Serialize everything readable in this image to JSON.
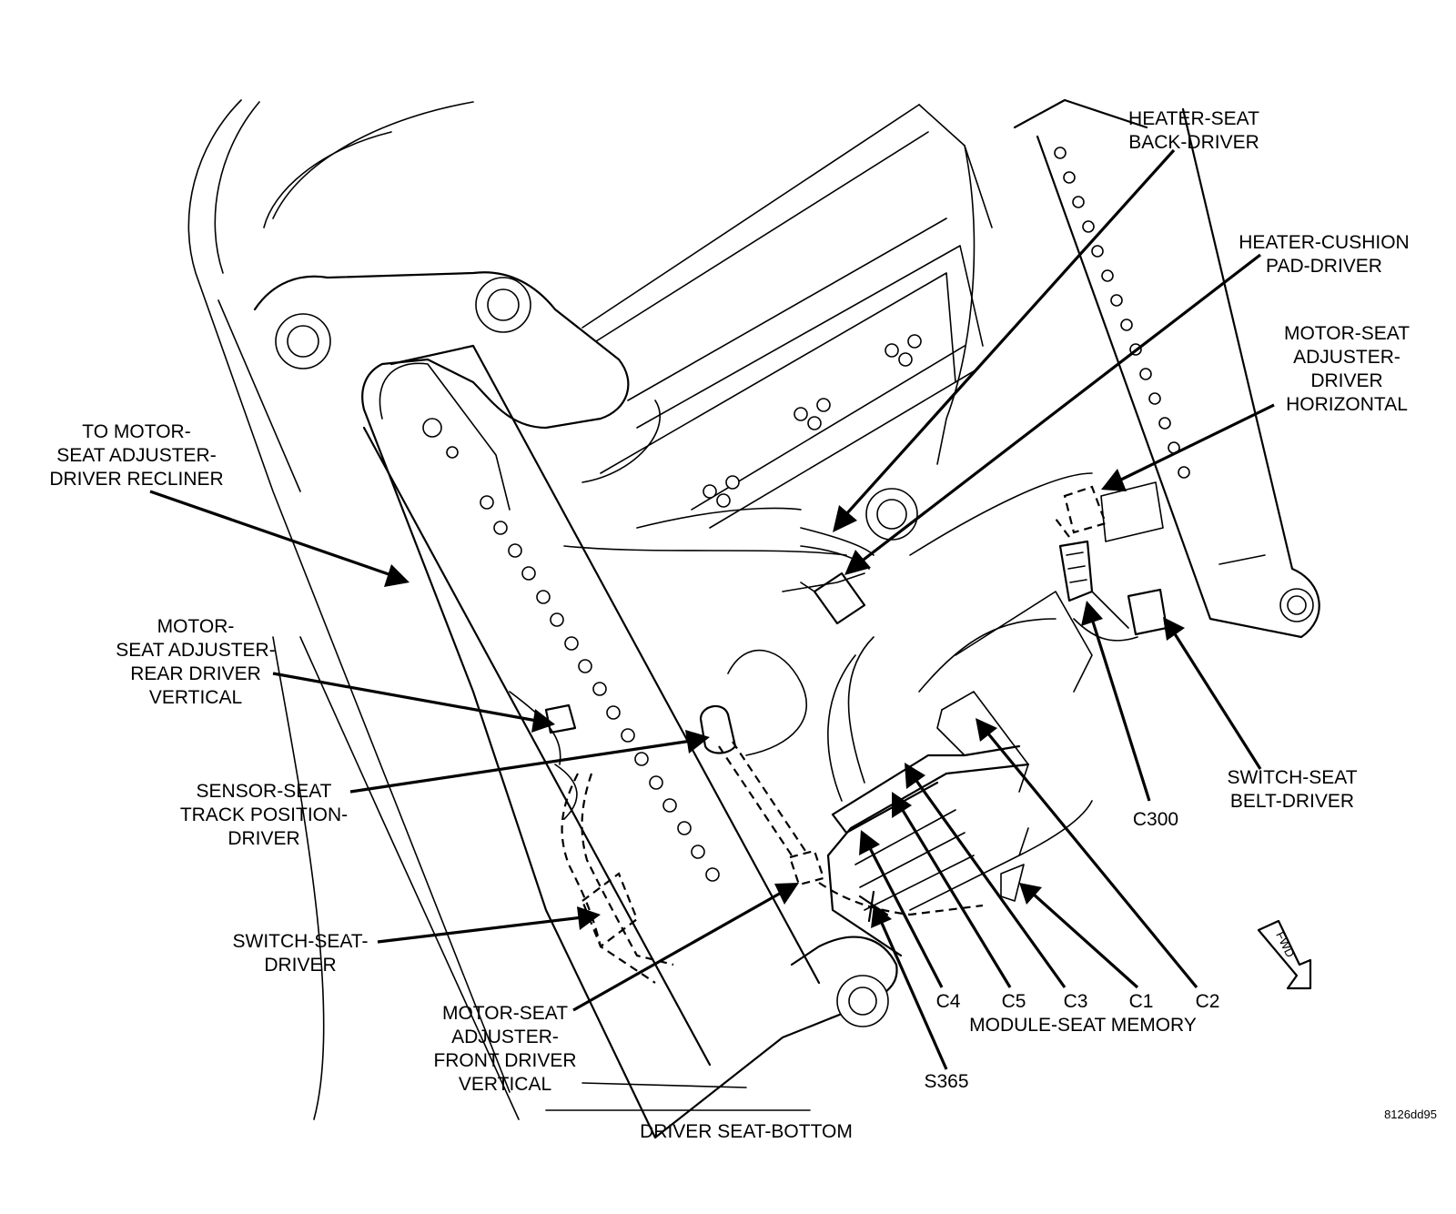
{
  "labels": {
    "heater_seat_back": "HEATER-SEAT\nBACK-DRIVER",
    "heater_cushion": "HEATER-CUSHION\nPAD-DRIVER",
    "motor_horizontal": "MOTOR-SEAT\nADJUSTER-\nDRIVER\nHORIZONTAL",
    "to_recliner": "TO MOTOR-\nSEAT ADJUSTER-\nDRIVER RECLINER",
    "motor_rear_vertical": "MOTOR-\nSEAT ADJUSTER-\nREAR DRIVER\nVERTICAL",
    "sensor_track": "SENSOR-SEAT\nTRACK POSITION-\nDRIVER",
    "switch_seat": "SWITCH-SEAT-\nDRIVER",
    "motor_front_vertical": "MOTOR-SEAT\nADJUSTER-\nFRONT DRIVER\nVERTICAL",
    "switch_belt": "SWITCH-SEAT\nBELT-DRIVER",
    "c300": "C300",
    "c4": "C4",
    "c5": "C5",
    "c3": "C3",
    "c1": "C1",
    "c2": "C2",
    "module_memory": "MODULE-SEAT MEMORY",
    "s365": "S365",
    "fwd": "FWD",
    "figure_code": "8126dd95",
    "caption": "DRIVER SEAT-BOTTOM"
  }
}
